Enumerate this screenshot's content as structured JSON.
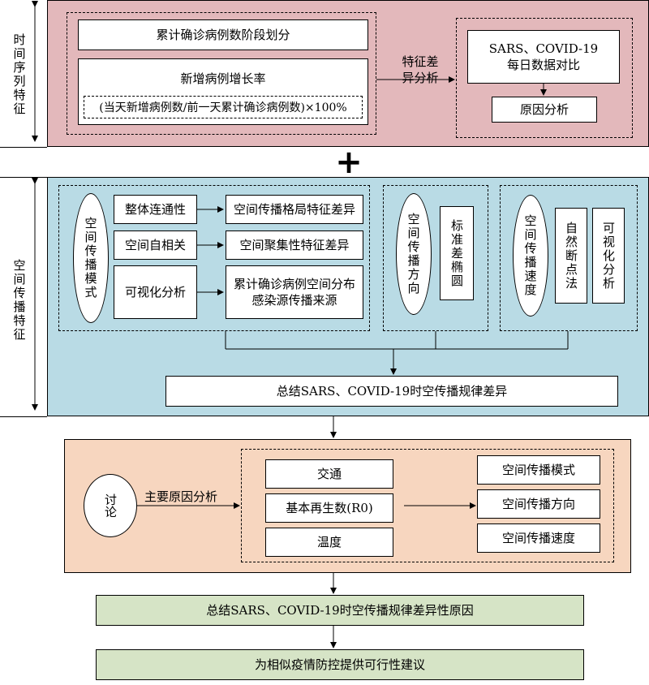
{
  "time_section": {
    "side_label": "时间序列特征",
    "stage_division": "累计确诊病例数阶段划分",
    "growth_title": "新增病例增长率",
    "growth_formula": "(当天新增病例数/前一天累计确诊病例数)×100%",
    "diff_label_1": "特征差",
    "diff_label_2": "异分析",
    "compare_line1": "SARS、COVID-19",
    "compare_line2": "每日数据对比",
    "cause_analysis": "原因分析"
  },
  "plus_sign": "+",
  "space_section": {
    "side_label": "空间传播特征",
    "pattern_ellipse": "空间传播模式",
    "connectivity": "整体连通性",
    "connectivity_result": "空间传播格局特征差异",
    "autocorrelation": "空间自相关",
    "autocorrelation_result": "空间聚集性特征差异",
    "visualization": "可视化分析",
    "visualization_result_1": "累计确诊病例空间分布",
    "visualization_result_2": "感染源传播来源",
    "direction_ellipse": "空间传播方向",
    "std_ellipse": "标准差椭圆",
    "speed_ellipse": "空间传播速度",
    "natural_breaks": "自然断点法",
    "visual_analysis": "可视化分析",
    "summary": "总结SARS、COVID-19时空传播规律差异"
  },
  "discussion_section": {
    "discussion_ellipse": "讨论",
    "main_cause": "主要原因分析",
    "factors": [
      "交通",
      "基本再生数(R0)",
      "温度"
    ],
    "outcomes": [
      "空间传播模式",
      "空间传播方向",
      "空间传播速度"
    ]
  },
  "conclusion_1": "总结SARS、COVID-19时空传播规律差异性原因",
  "conclusion_2": "为相似疫情防控提供可行性建议",
  "colors": {
    "time_bg": "#e3b8bb",
    "space_bg": "#b9dbe5",
    "discussion_bg": "#f7d6bf",
    "conclusion_bg": "#d6e4c6"
  }
}
